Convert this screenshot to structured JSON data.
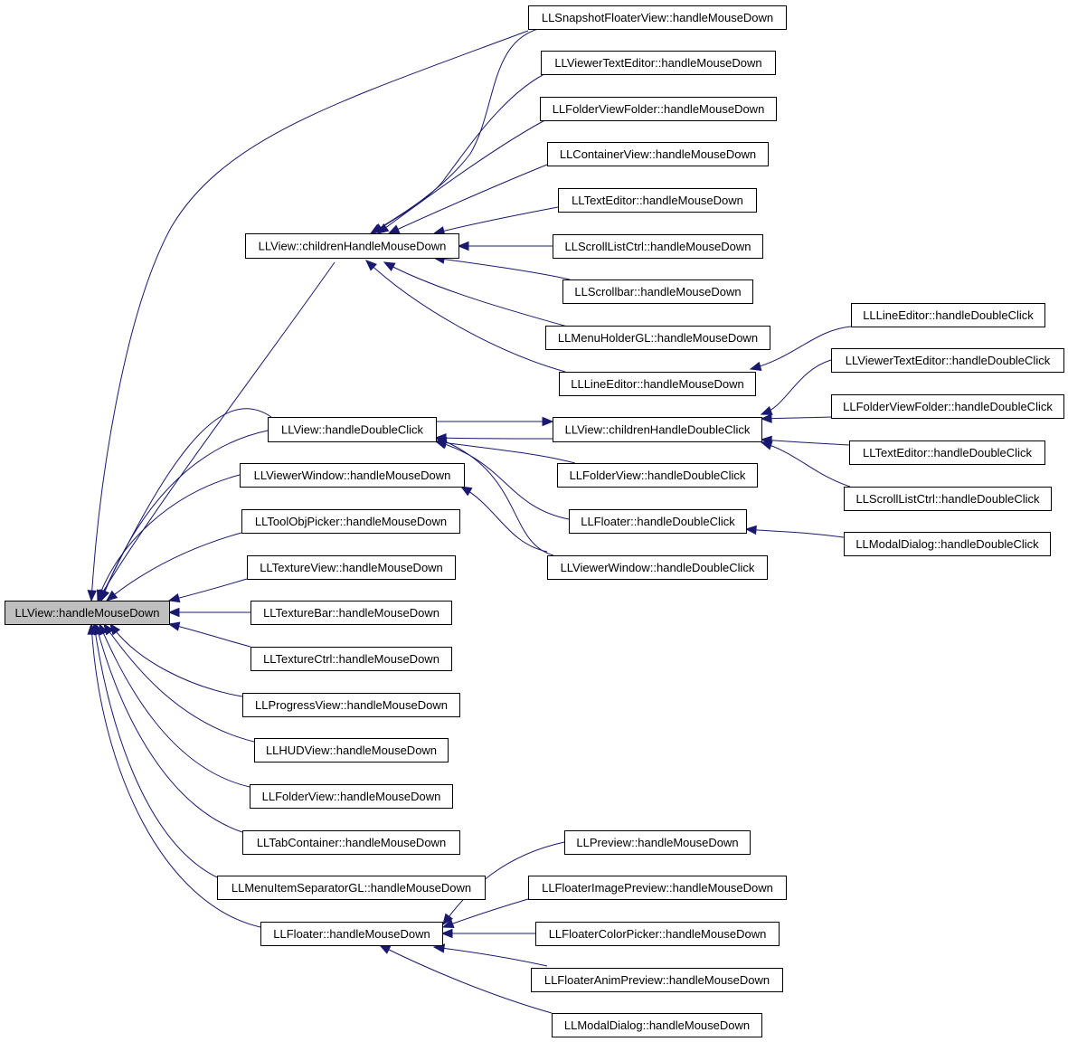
{
  "nodes": [
    {
      "id": "root",
      "label": "LLView::handleMouseDown",
      "root": true
    },
    {
      "id": "chMD",
      "label": "LLView::childrenHandleMouseDown"
    },
    {
      "id": "snapMD",
      "label": "LLSnapshotFloaterView::handleMouseDown"
    },
    {
      "id": "vteMD",
      "label": "LLViewerTextEditor::handleMouseDown"
    },
    {
      "id": "fvfMD",
      "label": "LLFolderViewFolder::handleMouseDown"
    },
    {
      "id": "cvMD",
      "label": "LLContainerView::handleMouseDown"
    },
    {
      "id": "teMD",
      "label": "LLTextEditor::handleMouseDown"
    },
    {
      "id": "slcMD",
      "label": "LLScrollListCtrl::handleMouseDown"
    },
    {
      "id": "sbMD",
      "label": "LLScrollbar::handleMouseDown"
    },
    {
      "id": "mhMD",
      "label": "LLMenuHolderGL::handleMouseDown"
    },
    {
      "id": "leMD",
      "label": "LLLineEditor::handleMouseDown"
    },
    {
      "id": "leDC",
      "label": "LLLineEditor::handleDoubleClick"
    },
    {
      "id": "vteDC",
      "label": "LLViewerTextEditor::handleDoubleClick"
    },
    {
      "id": "fvfDC",
      "label": "LLFolderViewFolder::handleDoubleClick"
    },
    {
      "id": "teDC",
      "label": "LLTextEditor::handleDoubleClick"
    },
    {
      "id": "slcDC",
      "label": "LLScrollListCtrl::handleDoubleClick"
    },
    {
      "id": "mdDC",
      "label": "LLModalDialog::handleDoubleClick"
    },
    {
      "id": "vDC",
      "label": "LLView::handleDoubleClick"
    },
    {
      "id": "chDC",
      "label": "LLView::childrenHandleDoubleClick"
    },
    {
      "id": "fvDC",
      "label": "LLFolderView::handleDoubleClick"
    },
    {
      "id": "flDC",
      "label": "LLFloater::handleDoubleClick"
    },
    {
      "id": "vwDC",
      "label": "LLViewerWindow::handleDoubleClick"
    },
    {
      "id": "vwMD",
      "label": "LLViewerWindow::handleMouseDown"
    },
    {
      "id": "topMD",
      "label": "LLToolObjPicker::handleMouseDown"
    },
    {
      "id": "tvMD",
      "label": "LLTextureView::handleMouseDown"
    },
    {
      "id": "tbMD",
      "label": "LLTextureBar::handleMouseDown"
    },
    {
      "id": "tcMD",
      "label": "LLTextureCtrl::handleMouseDown"
    },
    {
      "id": "pvMD",
      "label": "LLProgressView::handleMouseDown"
    },
    {
      "id": "hudMD",
      "label": "LLHUDView::handleMouseDown"
    },
    {
      "id": "fvMD",
      "label": "LLFolderView::handleMouseDown"
    },
    {
      "id": "tabMD",
      "label": "LLTabContainer::handleMouseDown"
    },
    {
      "id": "misMD",
      "label": "LLMenuItemSeparatorGL::handleMouseDown"
    },
    {
      "id": "flMD",
      "label": "LLFloater::handleMouseDown"
    },
    {
      "id": "prMD",
      "label": "LLPreview::handleMouseDown"
    },
    {
      "id": "fipMD",
      "label": "LLFloaterImagePreview::handleMouseDown"
    },
    {
      "id": "fcpMD",
      "label": "LLFloaterColorPicker::handleMouseDown"
    },
    {
      "id": "fapMD",
      "label": "LLFloaterAnimPreview::handleMouseDown"
    },
    {
      "id": "mdMD",
      "label": "LLModalDialog::handleMouseDown"
    }
  ],
  "edges": [
    {
      "from": "chMD",
      "to": "root"
    },
    {
      "from": "snapMD",
      "to": "root"
    },
    {
      "from": "snapMD",
      "to": "chMD"
    },
    {
      "from": "vteMD",
      "to": "chMD"
    },
    {
      "from": "fvfMD",
      "to": "chMD"
    },
    {
      "from": "cvMD",
      "to": "chMD"
    },
    {
      "from": "teMD",
      "to": "chMD"
    },
    {
      "from": "slcMD",
      "to": "chMD"
    },
    {
      "from": "sbMD",
      "to": "chMD"
    },
    {
      "from": "mhMD",
      "to": "chMD"
    },
    {
      "from": "leMD",
      "to": "chMD"
    },
    {
      "from": "leDC",
      "to": "leMD"
    },
    {
      "from": "vDC",
      "to": "root"
    },
    {
      "from": "vDC",
      "to": "chMD"
    },
    {
      "from": "chDC",
      "to": "vDC"
    },
    {
      "from": "vDC",
      "to": "chDC"
    },
    {
      "from": "vteDC",
      "to": "chDC"
    },
    {
      "from": "fvfDC",
      "to": "chDC"
    },
    {
      "from": "teDC",
      "to": "chDC"
    },
    {
      "from": "slcDC",
      "to": "chDC"
    },
    {
      "from": "fvDC",
      "to": "vDC"
    },
    {
      "from": "flDC",
      "to": "vDC"
    },
    {
      "from": "vwDC",
      "to": "vDC"
    },
    {
      "from": "mdDC",
      "to": "flDC"
    },
    {
      "from": "vwDC",
      "to": "vwMD"
    },
    {
      "from": "vwMD",
      "to": "root"
    },
    {
      "from": "topMD",
      "to": "root"
    },
    {
      "from": "tvMD",
      "to": "root"
    },
    {
      "from": "tbMD",
      "to": "root"
    },
    {
      "from": "tcMD",
      "to": "root"
    },
    {
      "from": "pvMD",
      "to": "root"
    },
    {
      "from": "hudMD",
      "to": "root"
    },
    {
      "from": "fvMD",
      "to": "root"
    },
    {
      "from": "tabMD",
      "to": "root"
    },
    {
      "from": "misMD",
      "to": "root"
    },
    {
      "from": "flMD",
      "to": "root"
    },
    {
      "from": "prMD",
      "to": "flMD"
    },
    {
      "from": "fipMD",
      "to": "flMD"
    },
    {
      "from": "fcpMD",
      "to": "flMD"
    },
    {
      "from": "fapMD",
      "to": "flMD"
    },
    {
      "from": "mdMD",
      "to": "flMD"
    }
  ]
}
